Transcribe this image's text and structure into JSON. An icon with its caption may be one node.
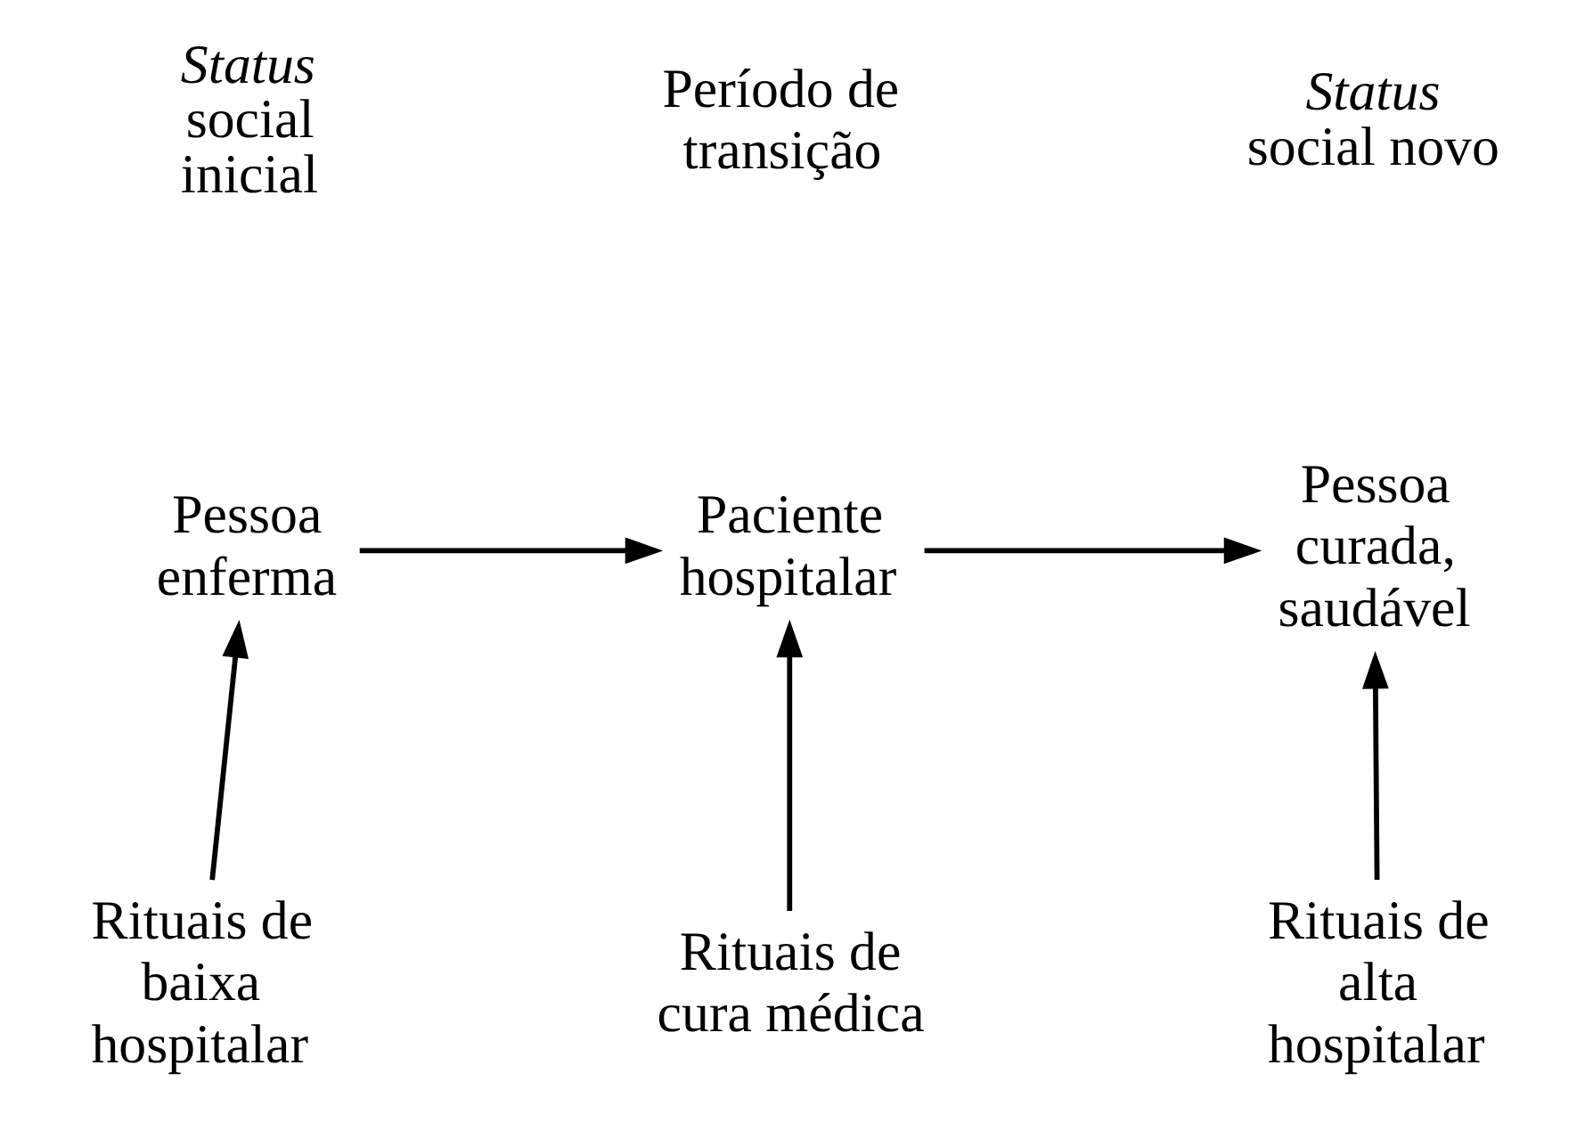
{
  "diagram": {
    "nodes": [
      {
        "text": [
          "Pessoa enferma"
        ]
      },
      {
        "text": [
          "Paciente hospitalar"
        ]
      },
      {
        "text": [
          "Pessoa curada, saudável"
        ]
      },
      {
        "text": [
          "Rituais de baixa hospitalar"
        ]
      },
      {
        "text": [
          "Rituais de cura médica"
        ]
      },
      {
        "text": [
          "Rituais de alta hospitalar"
        ]
      }
    ],
    "edges": [
      {
        "from": 0,
        "to": 1,
        "arrow": "to"
      },
      {
        "from": 1,
        "to": 2,
        "arrow": "to"
      },
      {
        "from": 3,
        "to": 0,
        "arrow": "to"
      },
      {
        "from": 4,
        "to": 1,
        "arrow": "to"
      },
      {
        "from": 5,
        "to": 2,
        "arrow": "to"
      }
    ],
    "labels": [
      "*Status* social inicial",
      "Período de transição",
      "*Status* social novo"
    ]
  }
}
